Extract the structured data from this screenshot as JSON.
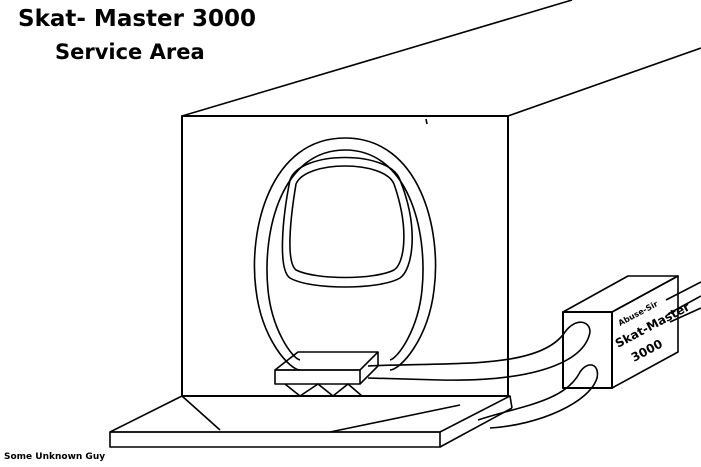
{
  "title": {
    "line1": "Skat- Master 3000",
    "line2": "Service Area"
  },
  "device_label": {
    "brand": "Abuse-Sir",
    "name": "Skat-Master",
    "model": "3000"
  },
  "credit": "Some Unknown Guy"
}
